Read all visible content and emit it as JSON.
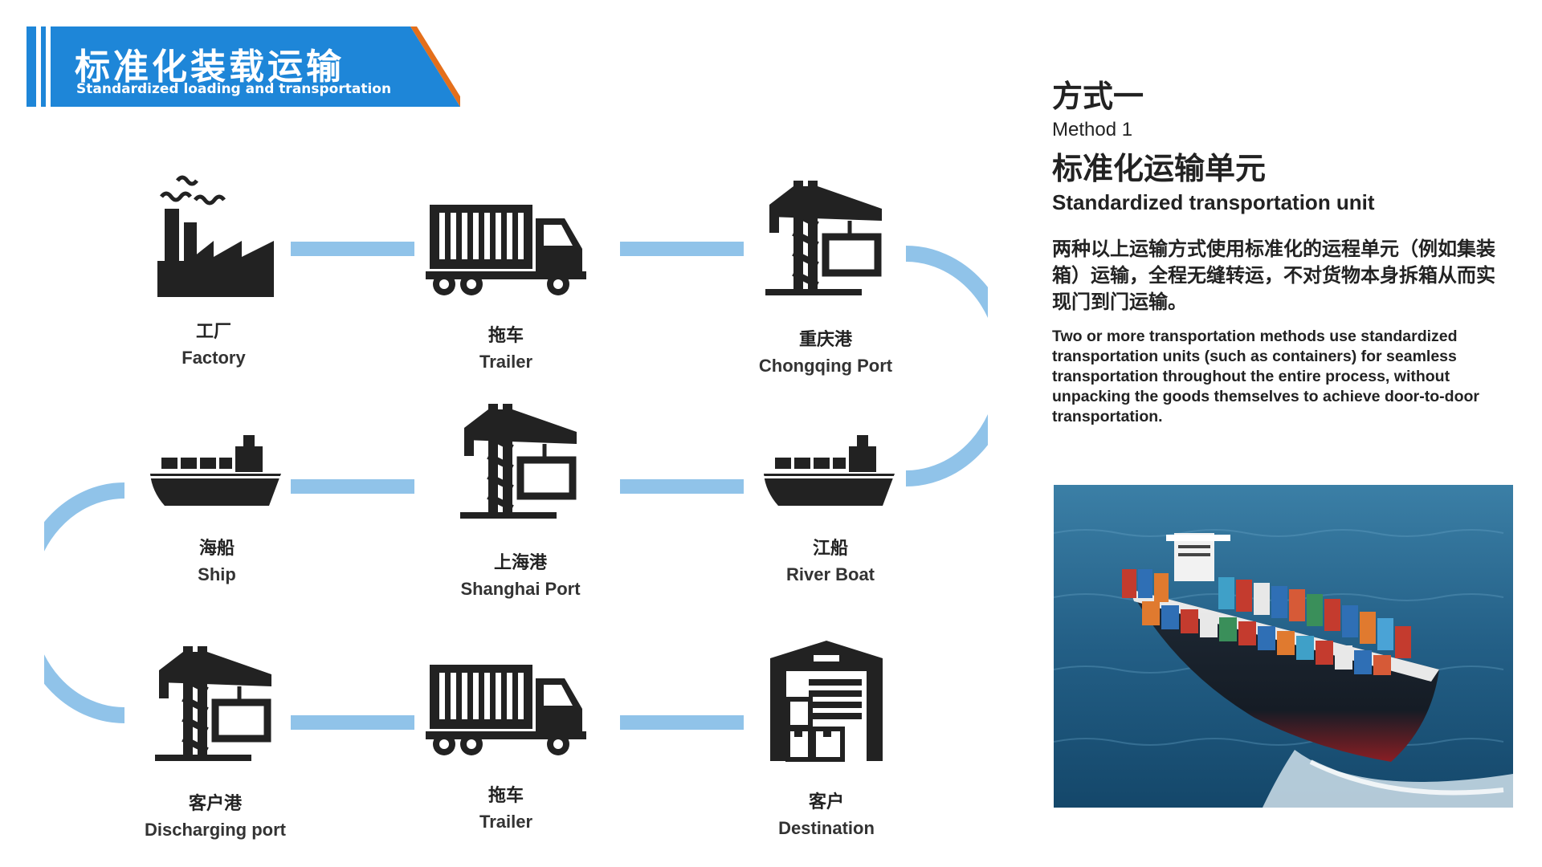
{
  "header": {
    "title_cn": "标准化装载运输",
    "title_en": "Standardized loading and transportation",
    "colors": {
      "blue": "#1e86d8",
      "orange": "#e46f1b",
      "navy": "#1d5fa8"
    }
  },
  "flow": {
    "nodes": [
      {
        "cn": "工厂",
        "en": "Factory",
        "icon": "factory-icon"
      },
      {
        "cn": "拖车",
        "en": "Trailer",
        "icon": "truck-icon"
      },
      {
        "cn": "重庆港",
        "en": "Chongqing Port",
        "icon": "port-crane-icon"
      },
      {
        "cn": "江船",
        "en": "River Boat",
        "icon": "ship-icon"
      },
      {
        "cn": "上海港",
        "en": "Shanghai Port",
        "icon": "port-crane-icon"
      },
      {
        "cn": "海船",
        "en": "Ship",
        "icon": "ship-icon"
      },
      {
        "cn": "客户港",
        "en": "Discharging port",
        "icon": "port-crane-icon"
      },
      {
        "cn": "拖车",
        "en": "Trailer",
        "icon": "truck-icon"
      },
      {
        "cn": "客户",
        "en": "Destination",
        "icon": "warehouse-icon"
      }
    ],
    "connector_color": "#90c3e9"
  },
  "panel": {
    "method_cn": "方式一",
    "method_en": "Method 1",
    "unit_cn": "标准化运输单元",
    "unit_en": "Standardized transportation unit",
    "desc_cn": "两种以上运输方式使用标准化的运程单元（例如集装箱）运输，全程无缝转运，不对货物本身拆箱从而实现门到门运输。",
    "desc_en": "Two or more transportation methods use standardized transportation units (such as containers) for seamless transportation throughout the entire process, without unpacking the goods themselves to achieve door-to-door transportation.",
    "photo": "container-ship-photo"
  }
}
